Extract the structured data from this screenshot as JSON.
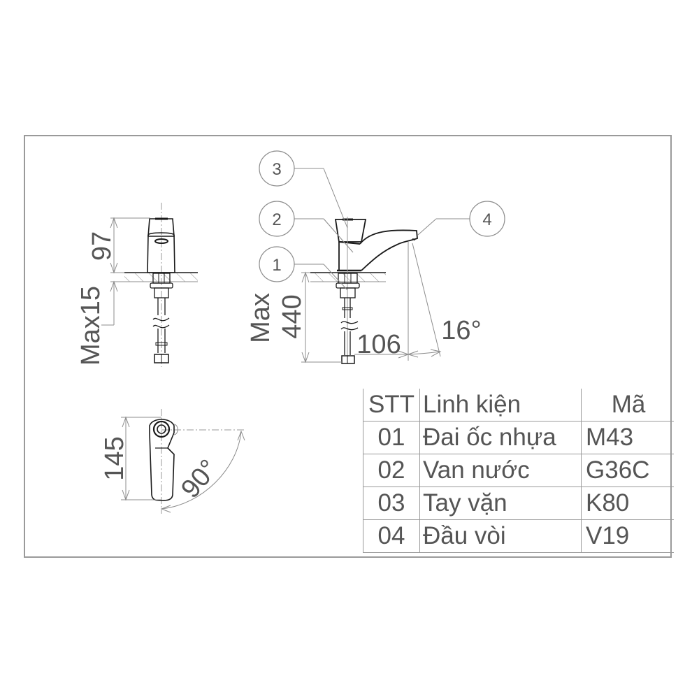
{
  "drawing": {
    "front_view": {
      "dimensions": {
        "height_above_counter": "97",
        "max_counter_thickness": "Max15"
      }
    },
    "side_view": {
      "callouts": [
        "1",
        "2",
        "3",
        "4"
      ],
      "dimensions": {
        "max_hose_length_prefix": "Max",
        "max_hose_length": "440",
        "spout_reach": "106",
        "spout_angle": "16°"
      }
    },
    "top_view": {
      "dimensions": {
        "handle_length": "145",
        "rotation_angle": "90°"
      }
    }
  },
  "parts_table": {
    "headers": [
      "STT",
      "Linh kiện",
      "Mã"
    ],
    "rows": [
      {
        "stt": "01",
        "name": "Đai ốc nhựa",
        "code": "M43"
      },
      {
        "stt": "02",
        "name": "Van nước",
        "code": "G36C"
      },
      {
        "stt": "03",
        "name": "Tay vặn",
        "code": "K80"
      },
      {
        "stt": "04",
        "name": "Đầu vòi",
        "code": "V19"
      }
    ]
  },
  "colors": {
    "line_dark": "#1a1a1a",
    "line_gray": "#8c8c8c",
    "text": "#555555",
    "border": "#9a9a9a"
  }
}
